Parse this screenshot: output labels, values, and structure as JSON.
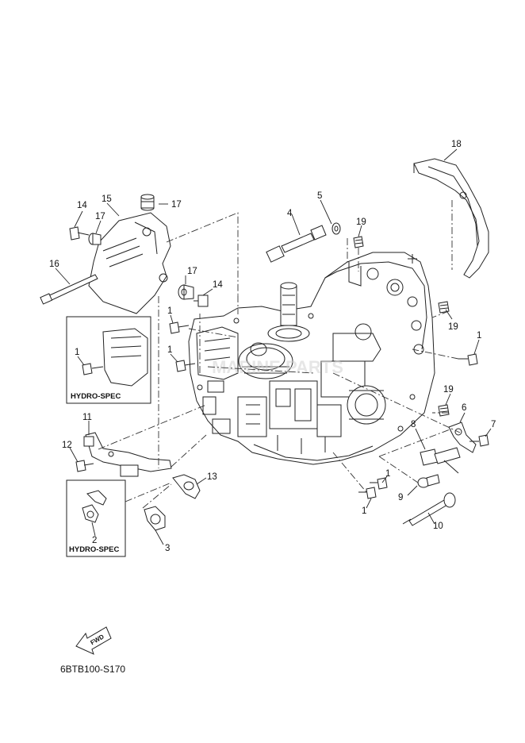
{
  "diagram": {
    "callouts": [
      {
        "num": "1"
      },
      {
        "num": "1"
      },
      {
        "num": "1"
      },
      {
        "num": "1"
      },
      {
        "num": "1"
      },
      {
        "num": "1"
      },
      {
        "num": "2"
      },
      {
        "num": "3"
      },
      {
        "num": "4"
      },
      {
        "num": "5"
      },
      {
        "num": "6"
      },
      {
        "num": "7"
      },
      {
        "num": "8"
      },
      {
        "num": "9"
      },
      {
        "num": "10"
      },
      {
        "num": "11"
      },
      {
        "num": "12"
      },
      {
        "num": "13"
      },
      {
        "num": "14"
      },
      {
        "num": "14"
      },
      {
        "num": "15"
      },
      {
        "num": "16"
      },
      {
        "num": "17"
      },
      {
        "num": "17"
      },
      {
        "num": "17"
      },
      {
        "num": "18"
      },
      {
        "num": "19"
      },
      {
        "num": "19"
      },
      {
        "num": "19"
      }
    ],
    "inset_boxes": [
      {
        "label": "HYDRO-SPEC"
      },
      {
        "label": "HYDRO-SPEC"
      }
    ],
    "fwd_arrow": "FWD",
    "drawing_code": "6BTB100-S170"
  }
}
